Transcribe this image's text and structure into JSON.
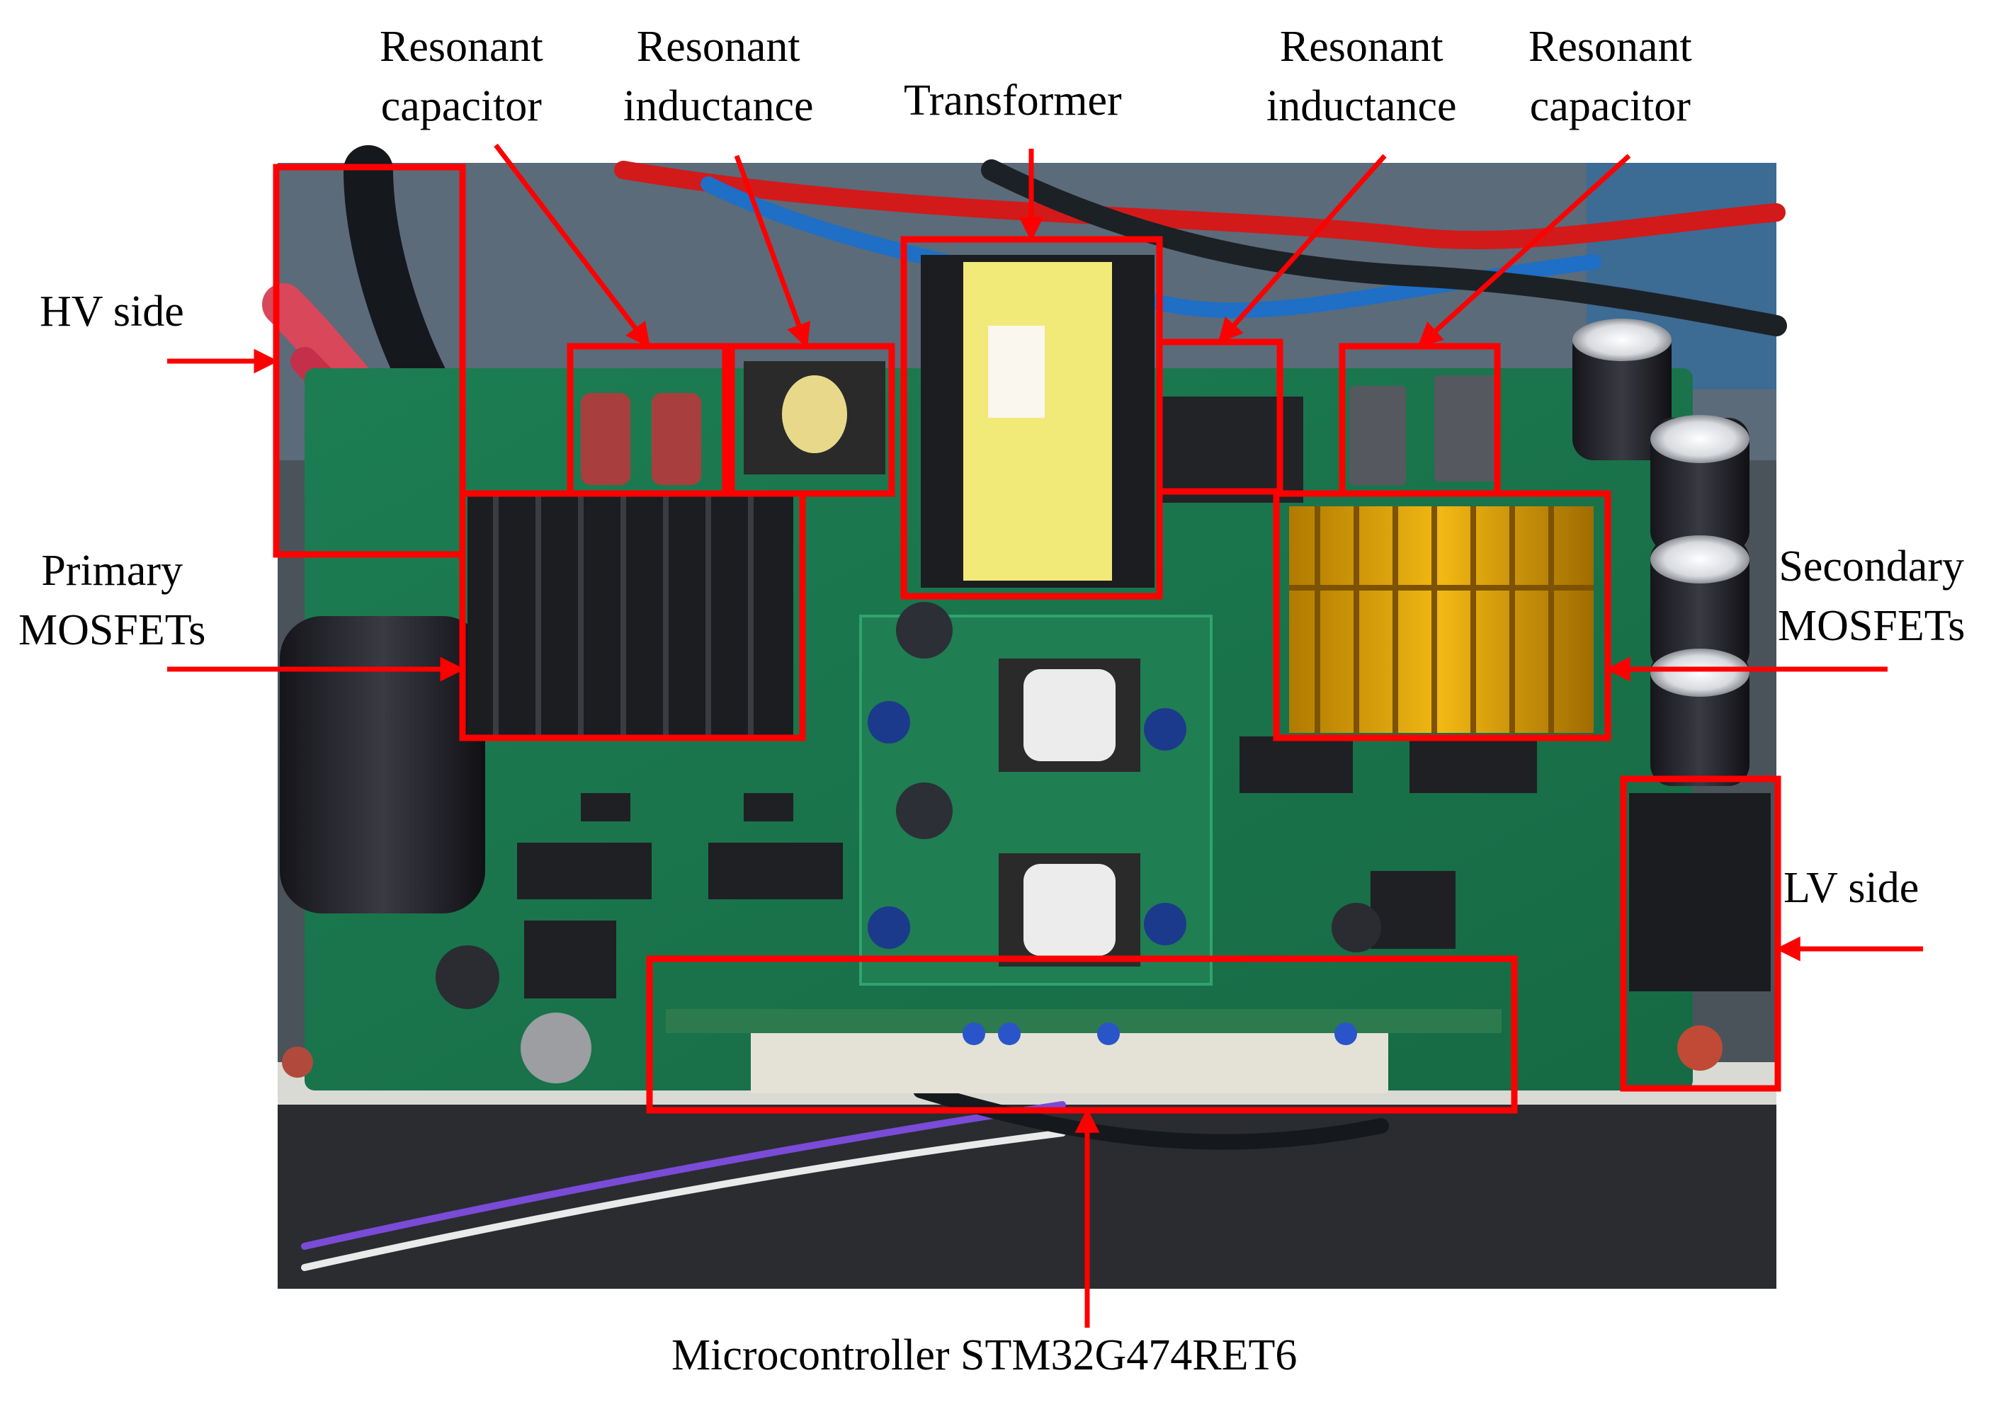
{
  "figure": {
    "labels": {
      "hv_side": "HV side",
      "resonant_capacitor_left": [
        "Resonant",
        "capacitor"
      ],
      "resonant_inductance_left": [
        "Resonant",
        "inductance"
      ],
      "transformer": "Transformer",
      "resonant_inductance_right": [
        "Resonant",
        "inductance"
      ],
      "resonant_capacitor_right": [
        "Resonant",
        "capacitor"
      ],
      "primary_mosfets": [
        "Primary",
        "MOSFETs"
      ],
      "secondary_mosfets": [
        "Secondary",
        "MOSFETs"
      ],
      "lv_side": "LV side",
      "microcontroller": "Microcontroller STM32G474RET6"
    },
    "colors": {
      "annotation": "#ff0000",
      "pcb": "#1f8a5a",
      "background": "#ffffff"
    }
  }
}
